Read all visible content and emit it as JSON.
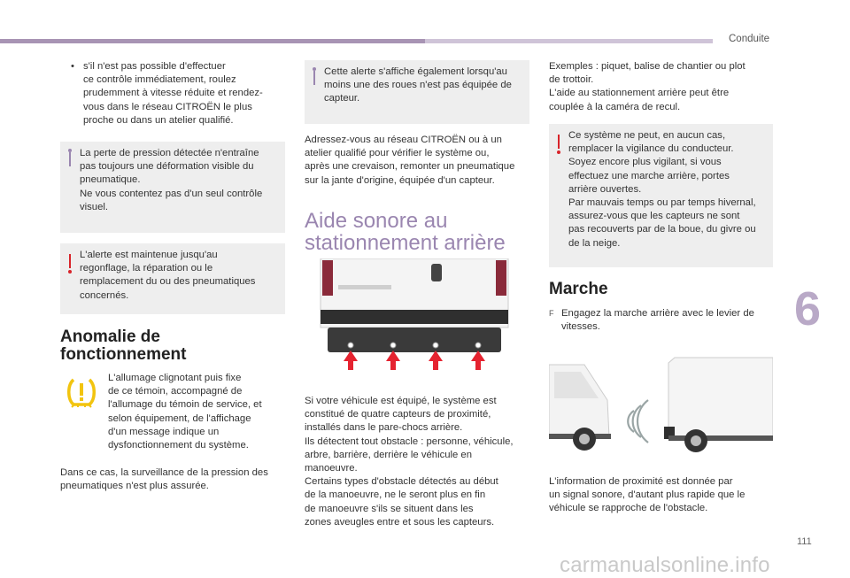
{
  "header": {
    "section": "Conduite"
  },
  "chapter_number": "6",
  "page_number": "111",
  "col1": {
    "bullet_text": [
      "s'il n'est pas possible d'effectuer",
      "ce contrôle immédiatement, roulez",
      "prudemment à vitesse réduite et rendez-",
      "vous dans le réseau CITROËN le plus",
      "proche ou dans un atelier qualifié."
    ],
    "bullet_mark": "•",
    "info_box": [
      "La perte de pression détectée n'entraîne",
      "pas toujours une déformation visible du",
      "pneumatique.",
      "Ne vous contentez pas d'un seul contrôle",
      "visuel."
    ],
    "warn_box": [
      "L'alerte est maintenue jusqu'au",
      "regonflage, la réparation ou le",
      "remplacement du ou des pneumatiques",
      "concernés."
    ],
    "heading": [
      "Anomalie de",
      "fonctionnement"
    ],
    "warn_light_text": [
      "L'allumage clignotant puis fixe",
      "de ce témoin, accompagné de",
      "l'allumage du témoin de service, et",
      "selon équipement, de l'affichage",
      "d'un message indique un",
      "dysfonctionnement du système."
    ],
    "closing": [
      "Dans ce cas, la surveillance de la pression des",
      "pneumatiques n'est plus assurée."
    ]
  },
  "col2": {
    "info_box": [
      "Cette alerte s'affiche également lorsqu'au",
      "moins une des roues n'est pas équipée de",
      "capteur."
    ],
    "para": [
      "Adressez-vous au réseau CITROËN ou à un",
      "atelier qualifié pour vérifier le système ou,",
      "après une crevaison, remonter un pneumatique",
      "sur la jante d'origine, équipée d'un capteur."
    ],
    "heading": [
      "Aide sonore au",
      "stationnement arrière"
    ],
    "desc": [
      "Si votre véhicule est équipé, le système est",
      "constitué de quatre capteurs de proximité,",
      "installés dans le pare-chocs arrière.",
      "Ils détectent tout obstacle : personne, véhicule,",
      "arbre, barrière, derrière le véhicule en",
      "manoeuvre.",
      "Certains types d'obstacle détectés au début",
      "de la manoeuvre, ne le seront plus en fin",
      "de manoeuvre s'ils se situent dans les",
      "zones aveugles entre et sous les capteurs."
    ]
  },
  "col3": {
    "intro": [
      "Exemples : piquet, balise de chantier ou plot",
      "de trottoir.",
      "L'aide au stationnement arrière peut être",
      "couplée à la caméra de recul."
    ],
    "warn_box": [
      "Ce système ne peut, en aucun cas,",
      "remplacer la vigilance du conducteur.",
      "Soyez encore plus vigilant, si vous",
      "effectuez une marche arrière, portes",
      "arrière ouvertes.",
      "Par mauvais temps ou par temps hivernal,",
      "assurez-vous que les capteurs ne sont",
      "pas recouverts par de la boue, du givre ou",
      "de la neige."
    ],
    "heading": "Marche",
    "step_mark": "F",
    "step": [
      "Engagez la marche arrière avec le levier de",
      "vitesses."
    ],
    "closing": [
      "L'information de proximité est donnée par",
      "un signal sonore, d'autant plus rapide que le",
      "véhicule se rapproche de l'obstacle."
    ]
  },
  "watermark": "carmanualsonline.info",
  "colors": {
    "accent": "#9a86b0",
    "warning": "#d8232a",
    "box_bg": "#eeeeee",
    "warn_light": "#f2c40f"
  }
}
